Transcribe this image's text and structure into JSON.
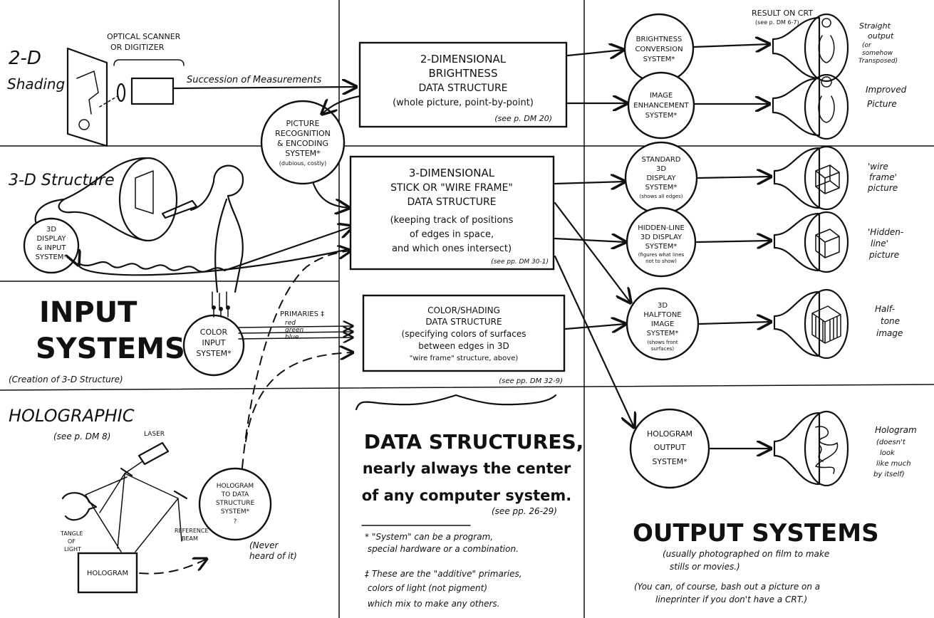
{
  "rows": {
    "shading": "2-D\nShading",
    "structure": "3-D Structure",
    "holographic": "HOLOGRAPHIC",
    "holographic_ref": "(see p. DM 8)"
  },
  "input": {
    "optical_scanner": "OPTICAL SCANNER\nOR DIGITIZER",
    "measurements": "Succession of Measurements",
    "display_input": "3D\nDISPLAY\n& INPUT\nSYSTEM*",
    "picture_recognition": "PICTURE\nRECOGNITION\n& ENCODING\nSYSTEM*\n(dubious, costly)",
    "color_input": "COLOR\nINPUT\nSYSTEM*",
    "primaries_heading": "PRIMARIES ‡",
    "primaries": [
      "red",
      "green",
      "blue"
    ],
    "laser": "LASER",
    "tangle": "TANGLE\nOF\nLIGHT",
    "reference_beam": "REFERENCE\nBEAM",
    "hologram": "HOLOGRAM",
    "hologram_to_data": "HOLOGRAM\nTO DATA\nSTRUCTURE\nSYSTEM*\n?",
    "never_heard": "(Never\nheard of it)",
    "title": "INPUT\nSYSTEMS",
    "subtitle": "(Creation of 3-D Structure)"
  },
  "data_structures": {
    "brightness": "2-DIMENSIONAL\nBRIGHTNESS\nDATA STRUCTURE\n(whole picture, point-by-point)",
    "brightness_ref": "(see p. DM 20)",
    "wireframe": "3-DIMENSIONAL\nSTICK OR \"WIRE FRAME\"\nDATA STRUCTURE\n(keeping track of positions\nof edges in space,\nand which ones intersect)",
    "wireframe_ref": "(see pp. DM 30-1)",
    "color_shading": "COLOR/SHADING\nDATA STRUCTURE\n(specifying colors of surfaces\nbetween edges in 3D\n\"wire frame\" structure, above)",
    "color_shading_ref": "(see pp. DM 32-9)",
    "headline": "DATA STRUCTURES,\nnearly always the center\nof any computer system.",
    "headline_ref": "(see pp. 26-29)",
    "footnote_star": "* \"System\" can be a program,\n  special hardware or a combination.",
    "footnote_dagger": "‡ These are the \"additive\" primaries,\n  colors of light (not pigment)\n  which mix to make any others."
  },
  "output": {
    "result_on_crt": "RESULT ON CRT\n(see p. DM 6-7)",
    "brightness_conversion": "BRIGHTNESS\nCONVERSION\nSYSTEM*",
    "image_enhancement": "IMAGE\nENHANCEMENT\nSYSTEM*",
    "standard_3d": "STANDARD\n3D\nDISPLAY\nSYSTEM*\n(shows all edges)",
    "hidden_line": "HIDDEN-LINE\n3D DISPLAY\nSYSTEM*\n(figures what lines\nnot to show)",
    "halftone": "3D\nHALFTONE\nIMAGE\nSYSTEM*\n(shows front\nsurfaces)",
    "hologram_output": "HOLOGRAM\nOUTPUT\nSYSTEM*",
    "crt_labels": [
      "Straight\noutput\n(or\nsomehow\nTransposed)",
      "Improved\nPicture",
      "'wire\nframe'\npicture",
      "'Hidden-\nline'\npicture",
      "Half-\ntone\nimage",
      "Hologram\n(doesn't\nlook\nlike much\nby itself)"
    ],
    "title": "OUTPUT SYSTEMS",
    "note": "(usually photographed on film to make\nstills or movies.)\n(You can, of course, bash out a picture on a\nlineprinter if you don't have a CRT.)"
  }
}
